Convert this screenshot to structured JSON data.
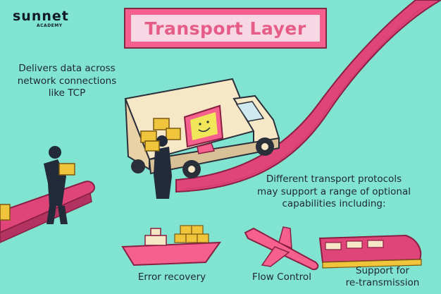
{
  "brand": {
    "name": "sunnet",
    "sub": "ACADEMY"
  },
  "title": "Transport Layer",
  "left_caption": [
    "Delivers data across",
    "network connections",
    "like TCP"
  ],
  "right_caption": [
    "Different transport protocols",
    "may support a range of optional",
    "capabilities including:"
  ],
  "capabilities": [
    {
      "label": [
        "Error recovery"
      ],
      "icon": "ship-icon"
    },
    {
      "label": [
        "Flow Control"
      ],
      "icon": "airplane-icon"
    },
    {
      "label": [
        "Support for",
        "re-transmission"
      ],
      "icon": "train-icon"
    }
  ],
  "colors": {
    "background": "#80e4d0",
    "road": "#e0457a",
    "title_pink": "#f5608e",
    "truck_cream": "#f6e7c7"
  }
}
